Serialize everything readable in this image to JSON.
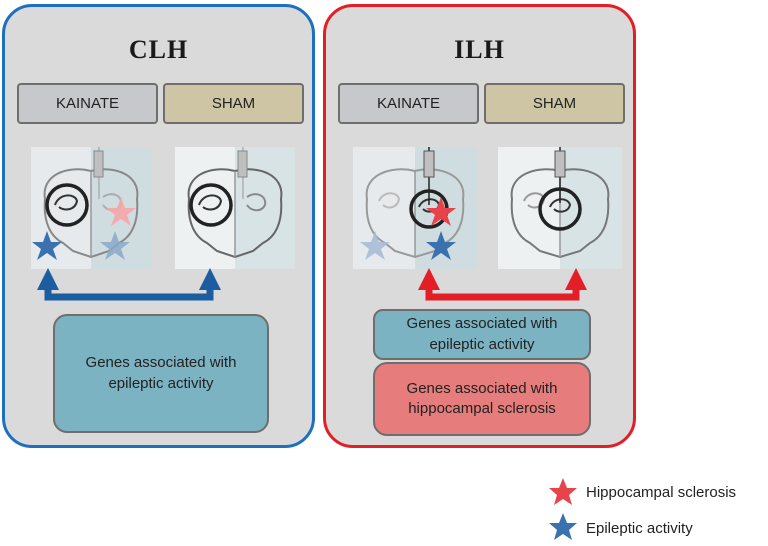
{
  "panels": {
    "clh": {
      "title": "CLH",
      "kainate_label": "KAINATE",
      "sham_label": "SHAM",
      "genes_box": "Genes associated with epileptic activity"
    },
    "ilh": {
      "title": "ILH",
      "kainate_label": "KAINATE",
      "sham_label": "SHAM",
      "genes_box_epileptic": "Genes associated with epileptic activity",
      "genes_box_hs": "Genes associated with hippocampal sclerosis"
    }
  },
  "legend": {
    "hs_label": "Hippocampal sclerosis",
    "epi_label": "Epileptic activity"
  },
  "colors": {
    "clh_border": "#1f6fbf",
    "ilh_border": "#e41e26",
    "hs_star": "#e8424b",
    "epi_star": "#3a72b0",
    "clh_arrow": "#1b5d9e",
    "ilh_arrow": "#e41e26"
  }
}
